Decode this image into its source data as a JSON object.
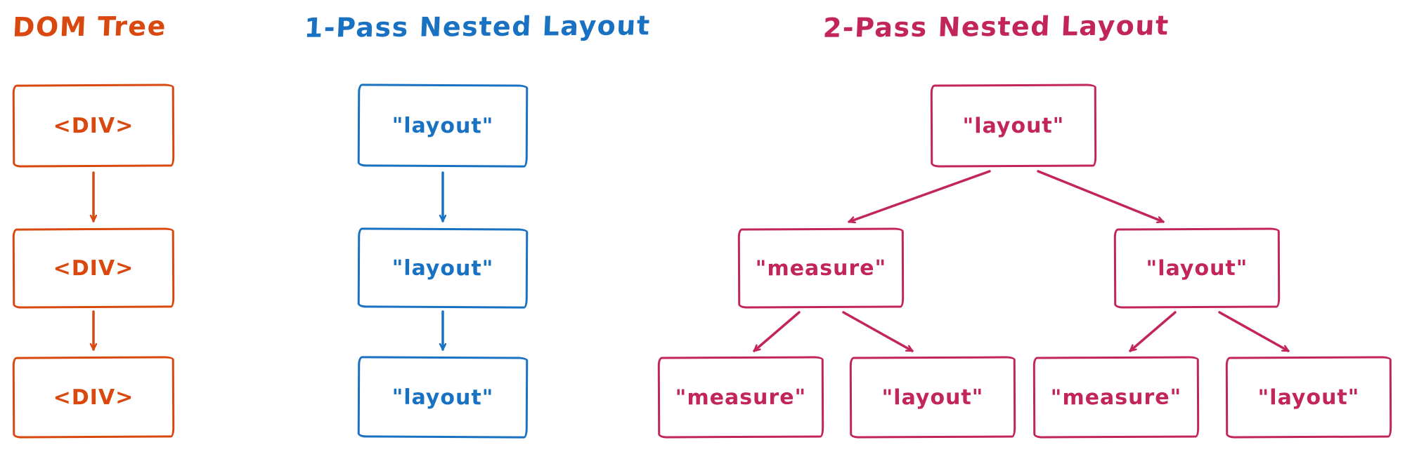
{
  "colors": {
    "orange": "#d9480f",
    "blue": "#1971c2",
    "pink": "#c2255c",
    "background": "#ffffff"
  },
  "sections": {
    "dom_tree": {
      "title": "DOM Tree",
      "nodes": [
        "<DIV>",
        "<DIV>",
        "<DIV>"
      ]
    },
    "one_pass": {
      "title": "1-Pass Nested Layout",
      "nodes": [
        "\"layout\"",
        "\"layout\"",
        "\"layout\""
      ]
    },
    "two_pass": {
      "title": "2-Pass Nested Layout",
      "root": "\"layout\"",
      "children": [
        "\"measure\"",
        "\"layout\""
      ],
      "grandchildren": [
        "\"measure\"",
        "\"layout\"",
        "\"measure\"",
        "\"layout\""
      ]
    }
  }
}
